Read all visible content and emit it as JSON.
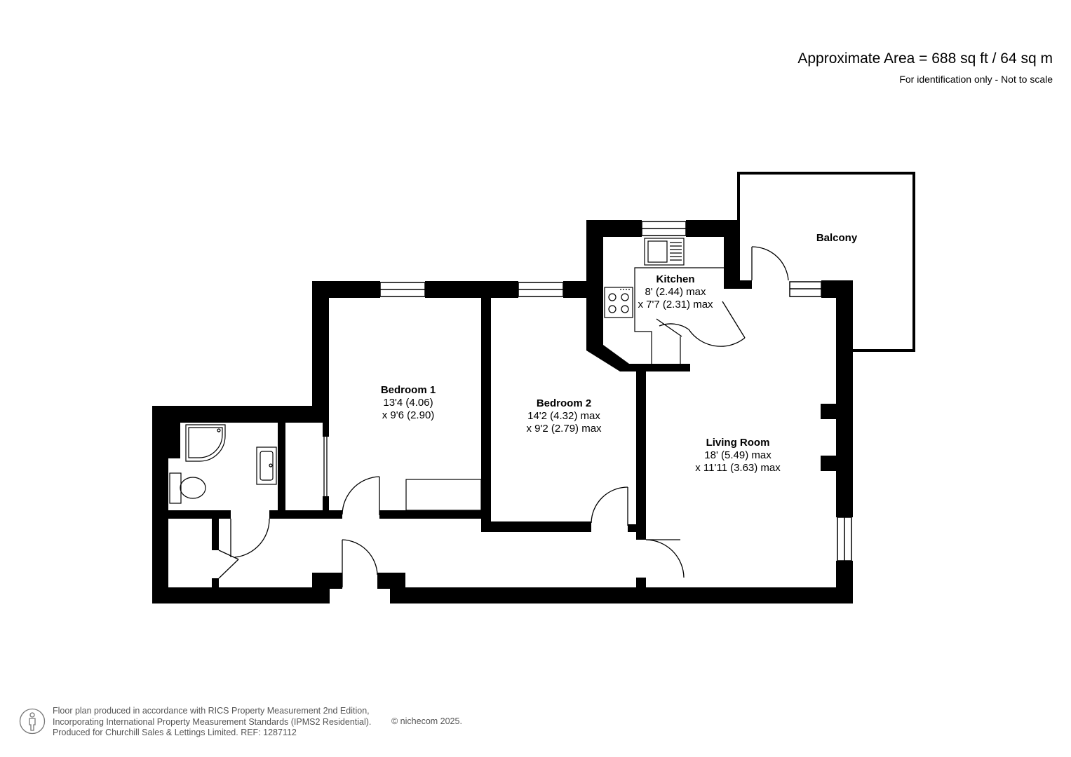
{
  "header": {
    "area": "Approximate Area = 688 sq ft / 64 sq m",
    "note": "For identification only - Not to scale"
  },
  "rooms": {
    "balcony": {
      "name": "Balcony"
    },
    "kitchen": {
      "name": "Kitchen",
      "dim1": "8' (2.44) max",
      "dim2": "x 7'7 (2.31) max"
    },
    "bedroom1": {
      "name": "Bedroom 1",
      "dim1": "13'4 (4.06)",
      "dim2": "x 9'6 (2.90)"
    },
    "bedroom2": {
      "name": "Bedroom 2",
      "dim1": "14'2 (4.32) max",
      "dim2": "x 9'2 (2.79) max"
    },
    "living": {
      "name": "Living Room",
      "dim1": "18' (5.49) max",
      "dim2": "x 11'11 (3.63) max"
    }
  },
  "footer": {
    "line1": "Floor plan produced in accordance with RICS Property Measurement 2nd Edition,",
    "line2": "Incorporating International Property Measurement Standards (IPMS2 Residential).",
    "line3": "Produced for Churchill Sales & Lettings Limited.   REF: 1287112",
    "copyright": "© nichecom 2025."
  },
  "colors": {
    "wall": "#000000",
    "background": "#ffffff",
    "footer_text": "#555555"
  },
  "icons": [
    "person-icon",
    "shower-icon",
    "sink-icon",
    "toilet-icon",
    "hob-icon",
    "kitchen-sink-icon"
  ]
}
